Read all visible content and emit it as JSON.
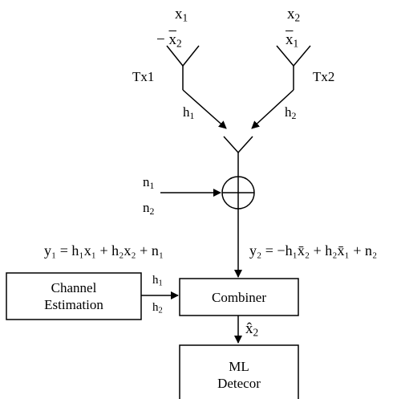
{
  "tx1": {
    "label": "Tx1",
    "sym_top_base": "x",
    "sym_top_sub": "1",
    "sym_bottom_sign": "−",
    "sym_bottom_base": "x",
    "sym_bottom_sub": "2"
  },
  "tx2": {
    "label": "Tx2",
    "sym_top_base": "x",
    "sym_top_sub": "2",
    "sym_bottom_base": "x",
    "sym_bottom_sub": "1"
  },
  "channels": {
    "h1_base": "h",
    "h1_sub": "1",
    "h2_base": "h",
    "h2_sub": "2"
  },
  "noise": {
    "n1_base": "n",
    "n1_sub": "1",
    "n2_base": "n",
    "n2_sub": "2"
  },
  "equations": {
    "y1": "y₁ = h₁x₁ + h₂x₂ + n₁",
    "y2": "y₂ = −h₁x̄₂ + h₂x̄₁ + n₂"
  },
  "blocks": {
    "channel_estimation_line1": "Channel",
    "channel_estimation_line2": "Estimation",
    "combiner": "Combiner",
    "ml_line1": "ML",
    "ml_line2": "Detecor"
  },
  "estimates": {
    "h1_base": "h",
    "h1_sub": "1",
    "h2_base": "h",
    "h2_sub": "2"
  },
  "output": {
    "base": "x̂",
    "sub": "2"
  }
}
